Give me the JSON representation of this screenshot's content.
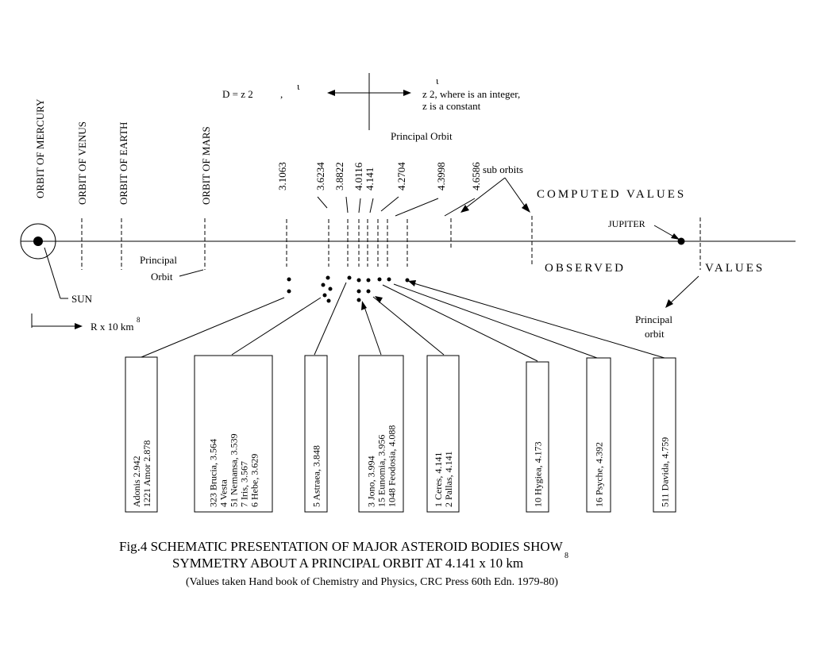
{
  "formula": {
    "left": "D = z 2",
    "sep": ",",
    "tick1": "ι",
    "tick2": "ι",
    "right_line1": "z 2, where   is an integer,",
    "right_line2": "z is a constant"
  },
  "labels": {
    "principal_orbit_top": "Principal Orbit",
    "sub_orbits": "sub orbits",
    "computed_values": "COMPUTED VALUES",
    "observed": "OBSERVED",
    "values": "VALUES",
    "jupiter": "JUPITER",
    "sun": "SUN",
    "axis": "R x 10  km",
    "axis_exp": "8",
    "principal_orbit_left_1": "Principal",
    "principal_orbit_left_2": "Orbit",
    "principal_orbit_right_1": "Principal",
    "principal_orbit_right_2": "orbit"
  },
  "planet_orbits": [
    "ORBIT OF MERCURY",
    "ORBIT OF VENUS",
    "ORBIT OF EARTH",
    "ORBIT OF MARS"
  ],
  "computed_values": [
    "3.1063",
    "3.6234",
    "3.8822",
    "4.0116",
    "4.141",
    "4.2704",
    "4.3998",
    "4.6586"
  ],
  "asteroid_groups": [
    [
      "Adonis 2.942",
      "1221 Amor 2.878"
    ],
    [
      "323 Brucia, 3.564",
      "4 Vesta",
      "51 Nemansa, 3.539",
      "7 Iris, 3.567",
      "6 Hebe, 3.629"
    ],
    [
      "5 Astraea, 3.848"
    ],
    [
      "3 Jono, 3.994",
      "15 Eunomia, 3.956",
      "1048 Feodosia, 4.088"
    ],
    [
      "1 Ceres, 4.141",
      "2 Pallas, 4.141"
    ],
    [
      "10 Hygiea, 4.173"
    ],
    [
      "16 Psyche, 4.392"
    ],
    [
      "511 Davida, 4.759"
    ]
  ],
  "caption": {
    "line1": "Fig.4 SCHEMATIC PRESENTATION OF MAJOR ASTEROID BODIES SHOW",
    "line2": "SYMMETRY ABOUT A PRINCIPAL ORBIT AT 4.141 x 10  km",
    "line2_exp": "8",
    "line3": "(Values taken Hand book of Chemistry and Physics, CRC Press 60th Edn. 1979-80)"
  }
}
